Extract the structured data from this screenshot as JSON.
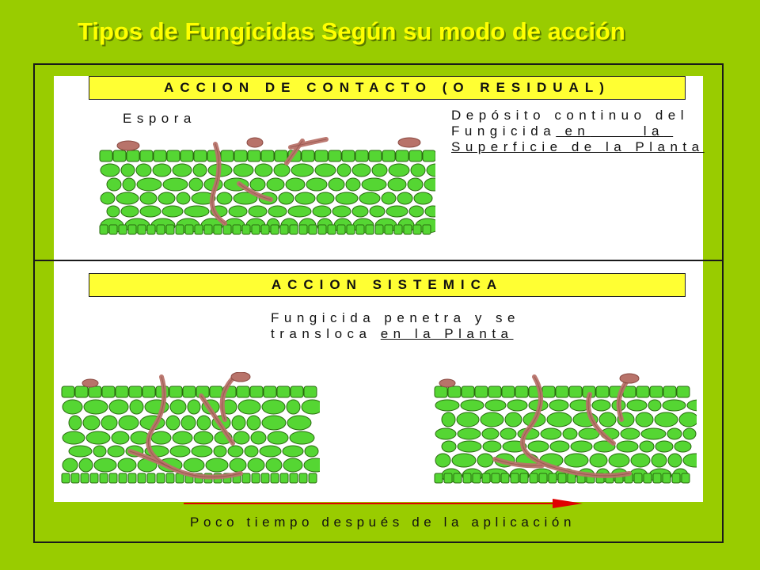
{
  "title": "Tipos de Fungicidas Según su modo de acción",
  "contact": {
    "banner": "ACCION DE CONTACTO (O RESIDUAL)",
    "spore_label": "Espora",
    "description_line1": "Depósito continuo del",
    "description_line2_a": "Fungicida",
    "description_line2_b": "en",
    "description_line2_c": "la",
    "description_line3": "Superficie de la Planta"
  },
  "systemic": {
    "banner": "ACCION SISTEMICA",
    "description_line1": "Fungicida penetra y se",
    "description_line2_a": "transloca",
    "description_line2_b": "en la Planta"
  },
  "footer": {
    "caption": "Poco tiempo después de la aplicación"
  },
  "colors": {
    "background": "#99cc00",
    "title": "#ffff00",
    "banner": "#ffff33",
    "cells": "#55d633",
    "fungus": "#b8736a",
    "arrow": "#e00000"
  }
}
